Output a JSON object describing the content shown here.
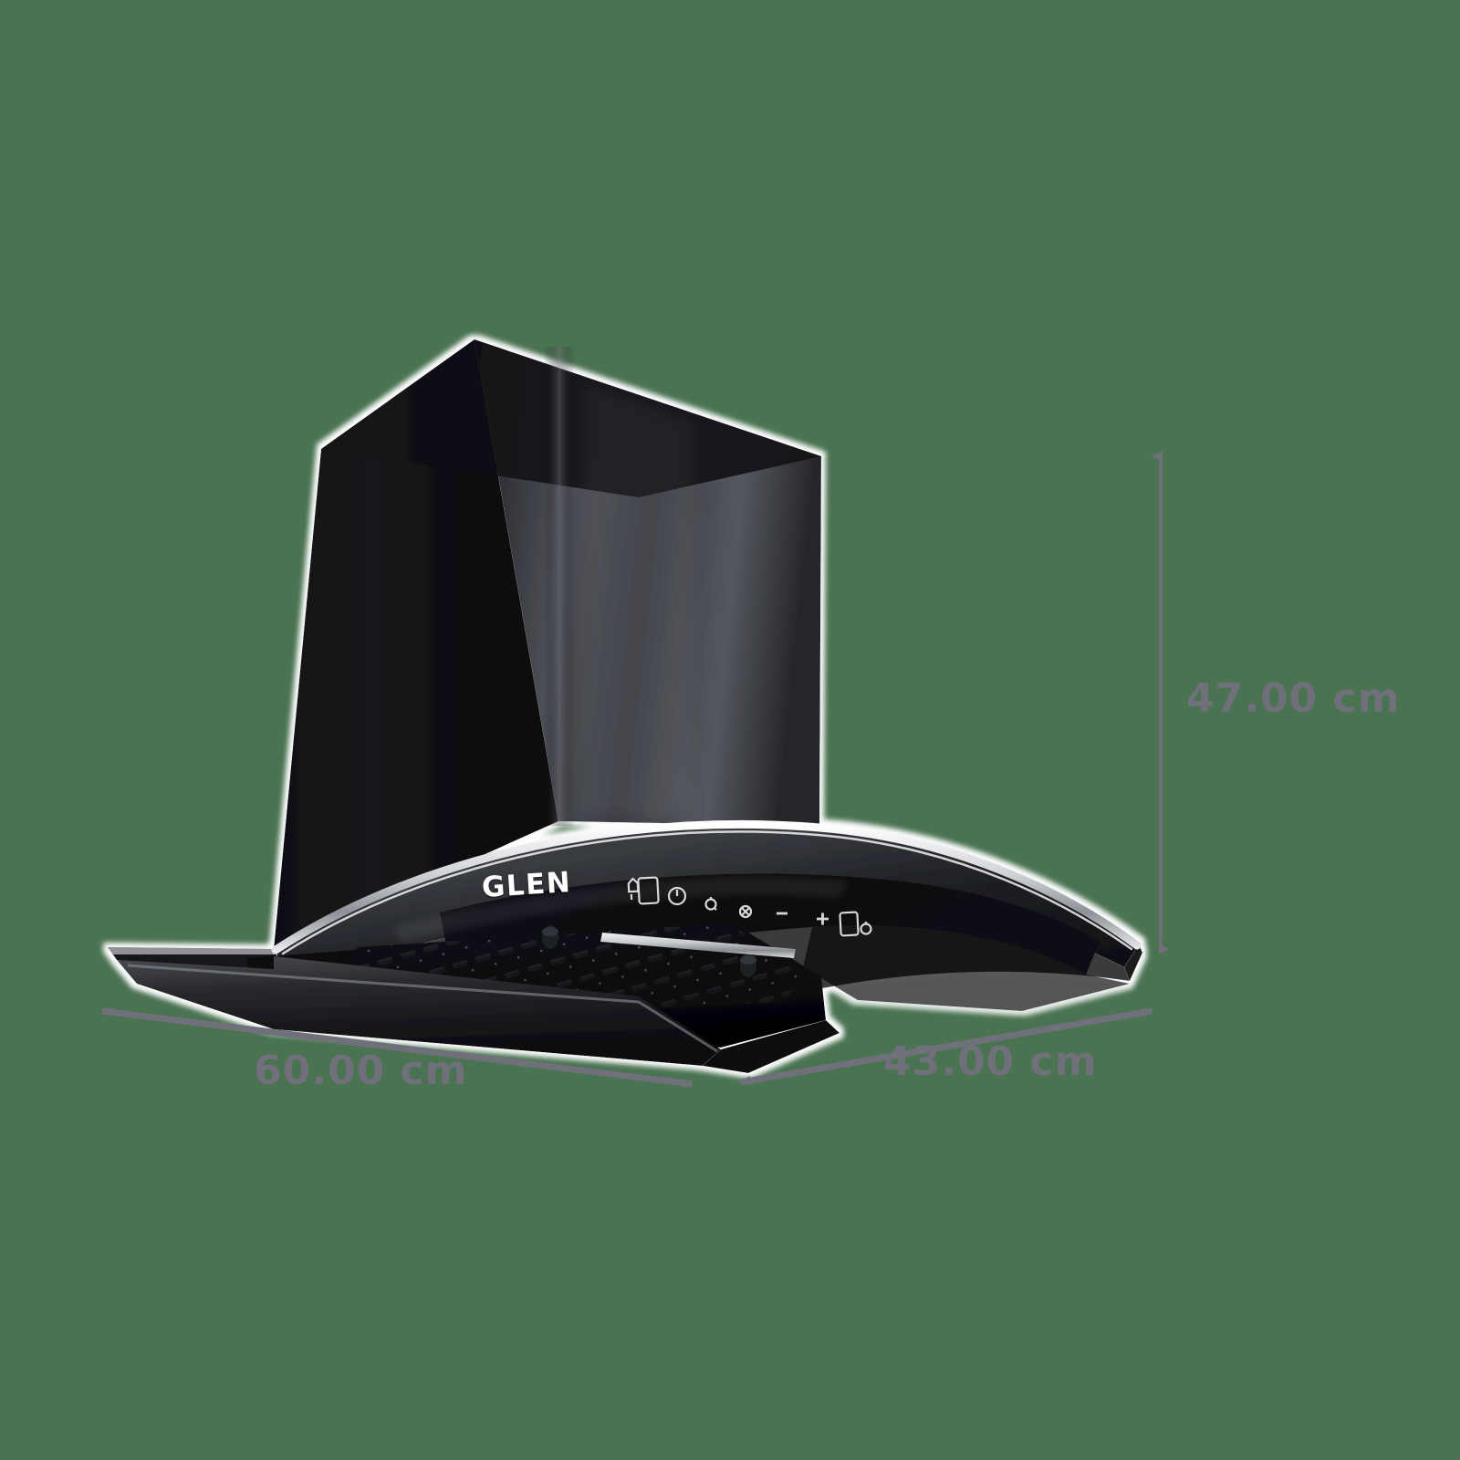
{
  "background": {
    "color": "#4a7352"
  },
  "product": {
    "name": "glen-kitchen-chimney",
    "brand_label": "GLEN",
    "body_color": "#0d0d0f",
    "glass_color": "#1b1c20",
    "chrome_color": "#d8dade",
    "outline_color": "#ffffff",
    "control_icons": [
      {
        "name": "auto-clean-icon",
        "glyph": "touch-panel"
      },
      {
        "name": "power-icon",
        "glyph": "power"
      },
      {
        "name": "light-icon",
        "glyph": "bulb"
      },
      {
        "name": "fan-icon",
        "glyph": "fan"
      },
      {
        "name": "minus-icon",
        "glyph": "minus"
      },
      {
        "name": "plus-icon",
        "glyph": "plus"
      },
      {
        "name": "filter-panel-icon",
        "glyph": "panel"
      }
    ]
  },
  "dimensions": {
    "color": "#70707a",
    "height": {
      "label": "47.00 cm",
      "orientation": "vertical",
      "value": 47.0,
      "unit": "cm"
    },
    "width": {
      "label": "60.00 cm",
      "orientation": "diagonal-left",
      "value": 60.0,
      "unit": "cm"
    },
    "depth": {
      "label": "43.00 cm",
      "orientation": "diagonal-right",
      "value": 43.0,
      "unit": "cm"
    }
  }
}
